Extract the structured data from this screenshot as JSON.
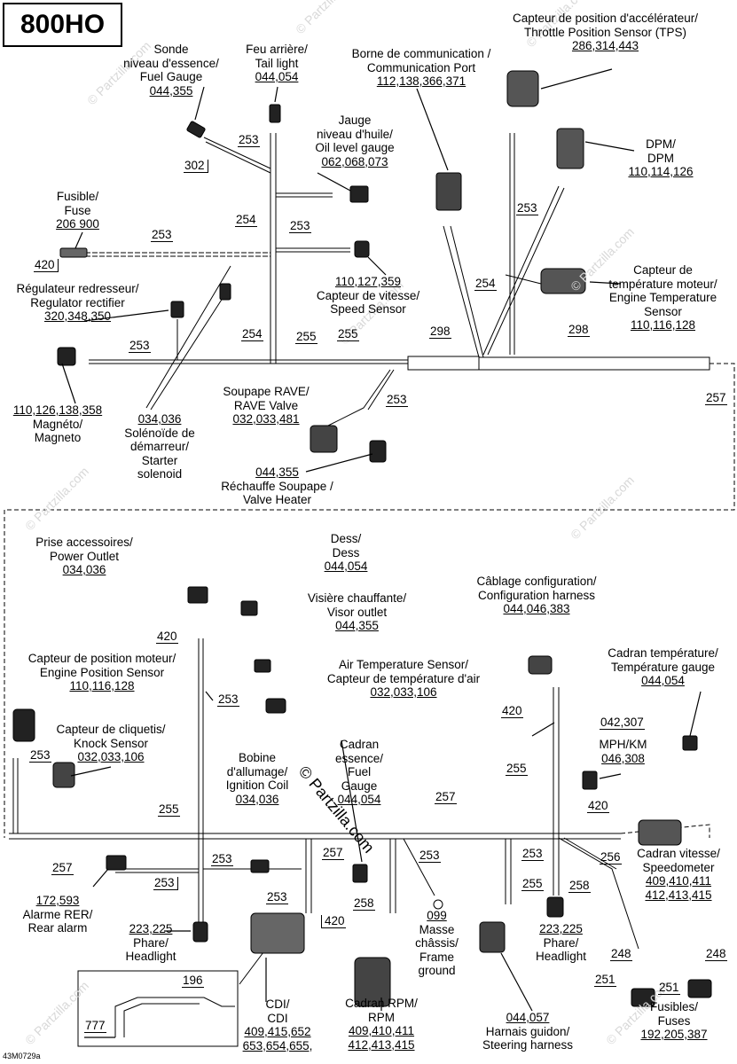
{
  "model": "800HO",
  "reference": "43M0729a",
  "watermark": "© Partzilla.com",
  "labels": {
    "fuel_gauge": {
      "lines": [
        "Sonde",
        "niveau d'essence/",
        "Fuel Gauge"
      ],
      "num": "044,355"
    },
    "tail_light": {
      "lines": [
        "Feu arrière/",
        "Tail light"
      ],
      "num": "044,054"
    },
    "comm_port": {
      "lines": [
        "Borne de communication /",
        "Communication Port"
      ],
      "num": "112,138,366,371"
    },
    "tps": {
      "lines": [
        "Capteur de position d'accélérateur/",
        "Throttle Position Sensor (TPS)"
      ],
      "num": "286,314,443"
    },
    "oil_gauge": {
      "lines": [
        "Jauge",
        "niveau d'huile/",
        "Oil level gauge"
      ],
      "num": "062,068,073"
    },
    "dpm": {
      "lines": [
        "DPM/",
        "DPM"
      ],
      "num": "110,114,126"
    },
    "fuse": {
      "lines": [
        "Fusible/",
        "Fuse"
      ],
      "num": "206 900"
    },
    "speed_sensor": {
      "num": "110,127,359",
      "lines": [
        "Capteur de vitesse/",
        "Speed Sensor"
      ]
    },
    "regulator": {
      "lines": [
        "Régulateur redresseur/",
        "Regulator rectifier"
      ],
      "num": "320,348,350"
    },
    "engine_temp": {
      "lines": [
        "Capteur de",
        "température moteur/",
        "Engine Temperature",
        "Sensor"
      ],
      "num": "110,116,128"
    },
    "magneto": {
      "num": "110,126,138,358",
      "lines": [
        "Magnéto/",
        "Magneto"
      ]
    },
    "starter": {
      "num": "034,036",
      "lines": [
        "Solénoïde de",
        "démarreur/",
        "Starter",
        "solenoid"
      ]
    },
    "rave_valve": {
      "lines": [
        "Soupape RAVE/",
        "RAVE Valve"
      ],
      "num": "032,033,481"
    },
    "valve_heater": {
      "num": "044,355",
      "lines": [
        "Réchauffe Soupape /",
        "Valve Heater"
      ]
    },
    "power_outlet": {
      "lines": [
        "Prise accessoires/",
        "Power Outlet"
      ],
      "num": "034,036"
    },
    "dess": {
      "lines": [
        "Dess/",
        "Dess"
      ],
      "num": "044,054"
    },
    "visor": {
      "lines": [
        "Visière chauffante/",
        "Visor outlet"
      ],
      "num": "044,355"
    },
    "config_harness": {
      "lines": [
        "Câblage configuration/",
        "Configuration harness"
      ],
      "num": "044,046,383"
    },
    "engine_pos": {
      "lines": [
        "Capteur de position moteur/",
        "Engine Position Sensor"
      ],
      "num": "110,116,128"
    },
    "air_temp": {
      "lines": [
        "Air Temperature Sensor/",
        "Capteur de température d'air"
      ],
      "num": "032,033,106"
    },
    "temp_gauge": {
      "lines": [
        "Cadran température/",
        "Température gauge"
      ],
      "num": "044,054"
    },
    "knock": {
      "lines": [
        "Capteur de cliquetis/",
        "Knock Sensor"
      ],
      "num": "032,033,106"
    },
    "ignition_coil": {
      "lines": [
        "Bobine",
        "d'allumage/",
        "Ignition Coil"
      ],
      "num": "034,036"
    },
    "fuel_dial": {
      "lines": [
        "Cadran",
        "essence/",
        "Fuel",
        "Gauge"
      ],
      "num": "044,054"
    },
    "mph": {
      "lines": [
        "MPH/KM"
      ],
      "num": "046,308"
    },
    "speedometer": {
      "lines": [
        "Cadran vitesse/",
        "Speedometer"
      ],
      "num1": "409,410,411",
      "num2": "412,413,415"
    },
    "rear_alarm": {
      "num": "172,593",
      "lines": [
        "Alarme RER/",
        "Rear alarm"
      ]
    },
    "headlight_l": {
      "num": "223,225",
      "lines": [
        "Phare/",
        "Headlight"
      ]
    },
    "headlight_r": {
      "num": "223,225",
      "lines": [
        "Phare/",
        "Headlight"
      ]
    },
    "frame_ground": {
      "num": "099",
      "lines": [
        "Masse",
        "châssis/",
        "Frame",
        "ground"
      ]
    },
    "cdi": {
      "lines": [
        "CDI/",
        "CDI"
      ],
      "num1": "409,415,652",
      "num2": "653,654,655,"
    },
    "rpm": {
      "lines": [
        "Cadran RPM/",
        "RPM"
      ],
      "num1": "409,410,411",
      "num2": "412,413,415"
    },
    "steering": {
      "num": "044,057",
      "lines": [
        "Harnais guidon/",
        "Steering harness"
      ]
    },
    "fuses": {
      "lines": [
        "Fusibles/",
        "Fuses"
      ],
      "num": "192,205,387"
    }
  },
  "wire_ids": {
    "w253": "253",
    "w254": "254",
    "w255": "255",
    "w256": "256",
    "w257": "257",
    "w258": "258",
    "w298": "298",
    "w302": "302",
    "w420": "420",
    "w248": "248",
    "w251": "251",
    "w042": "042,307",
    "w196": "196",
    "w777": "777"
  }
}
